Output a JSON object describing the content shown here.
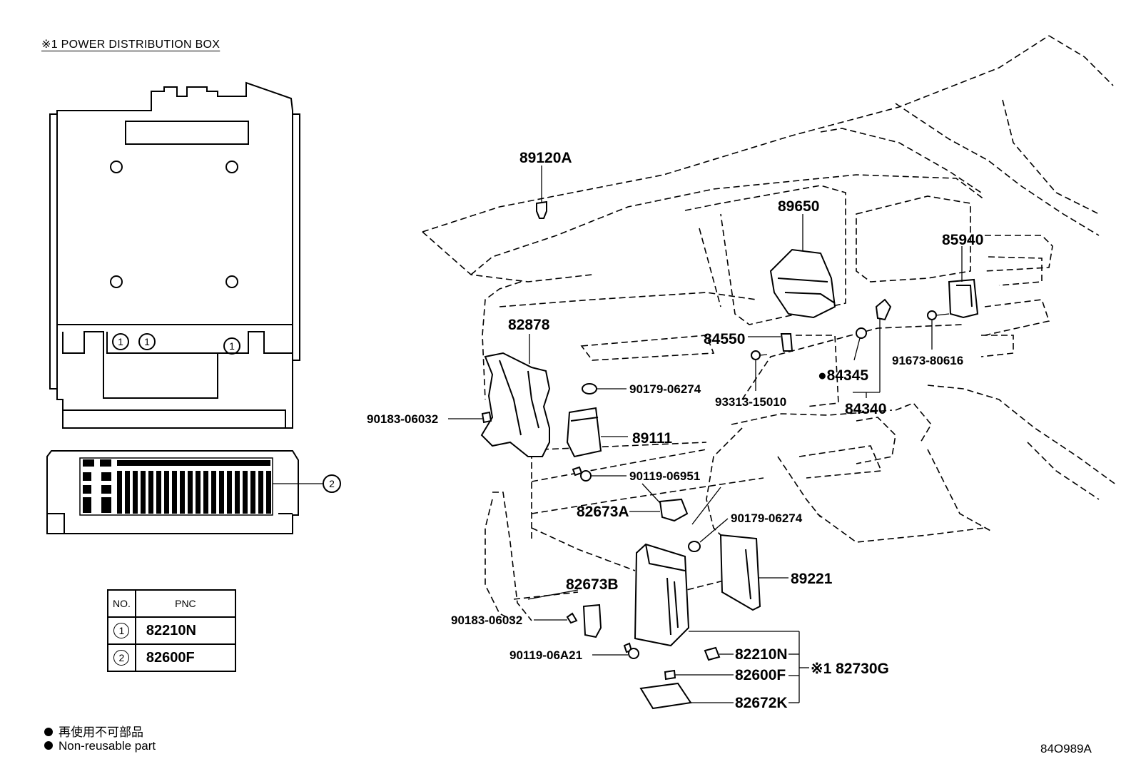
{
  "title": "※1  POWER DISTRIBUTION BOX",
  "table": {
    "header_no": "NO.",
    "header_pnc": "PNC",
    "rows": [
      {
        "no": "1",
        "pnc": "82210N"
      },
      {
        "no": "2",
        "pnc": "82600F"
      }
    ]
  },
  "box_callouts": {
    "c1": "1",
    "c2": "2"
  },
  "labels": {
    "p89120A": "89120A",
    "p89650": "89650",
    "p85940": "85940",
    "p82878": "82878",
    "p84550": "84550",
    "p90179_a": "90179-06274",
    "p84345": "●84345",
    "p91673": "91673-80616",
    "p93313": "93313-15010",
    "p84340": "84340",
    "p90183_a": "90183-06032",
    "p89111": "89111",
    "p90119_a": "90119-06951",
    "p82673A": "82673A",
    "p90179_b": "90179-06274",
    "p89221": "89221",
    "p82673B": "82673B",
    "p90183_b": "90183-06032",
    "p90119_b": "90119-06A21",
    "p82210N": "82210N",
    "p82600F": "82600F",
    "p82672K": "82672K",
    "p82730G": "※1 82730G"
  },
  "legend": {
    "line1": "再使用不可部品",
    "line2": "Non-reusable part"
  },
  "drawing_id": "84O989A"
}
